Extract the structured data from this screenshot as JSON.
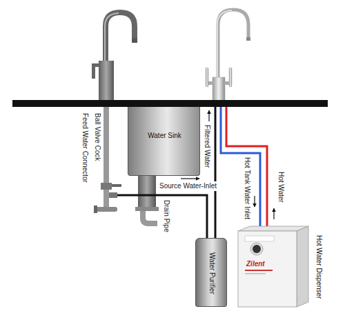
{
  "diagram": {
    "nodes": [
      {
        "text": [
          "Water Sink"
        ]
      },
      {
        "text": [
          "Water Purifier"
        ]
      },
      {
        "text": [
          "Hot Water Dispenser",
          "Zilent"
        ]
      }
    ],
    "labels": [
      "Ball Valve Cock",
      "Feed Water Connector",
      "Drain Pipe",
      "Source Water-Inlet",
      "Filtered Water",
      "Hot Tank Water Inlet",
      "Hot Water"
    ]
  }
}
